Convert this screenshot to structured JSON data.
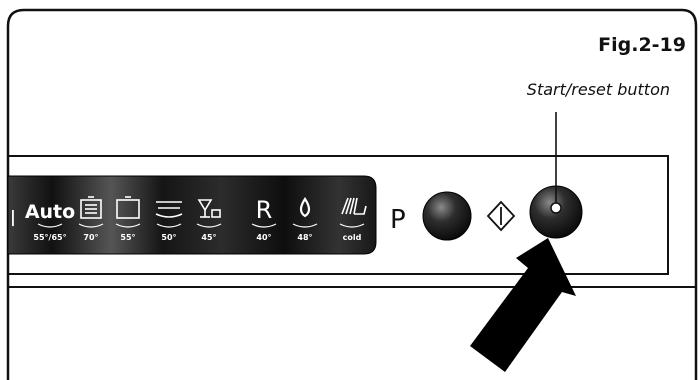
{
  "figure_label": "Fig.2-19",
  "callout_label": "Start/reset button",
  "panel": {
    "programs": [
      {
        "label": "Auto",
        "temp": "55°/65°",
        "icon": "auto-text"
      },
      {
        "label": "",
        "temp": "70°",
        "icon": "heavy-pot-icon"
      },
      {
        "label": "",
        "temp": "55°",
        "icon": "pot-icon"
      },
      {
        "label": "",
        "temp": "50°",
        "icon": "dishes-stack-icon"
      },
      {
        "label": "",
        "temp": "45°",
        "icon": "glass-cup-icon"
      },
      {
        "label": "R",
        "temp": "40°",
        "icon": "r-text"
      },
      {
        "label": "",
        "temp": "48°",
        "icon": "drop-icon"
      },
      {
        "label": "",
        "temp": "cold",
        "icon": "rinse-spray-icon"
      }
    ],
    "p_label": "P"
  },
  "colors": {
    "line": "#111111",
    "display": "#1a1a1a",
    "button": "#222222",
    "text_light": "#ffffff"
  }
}
